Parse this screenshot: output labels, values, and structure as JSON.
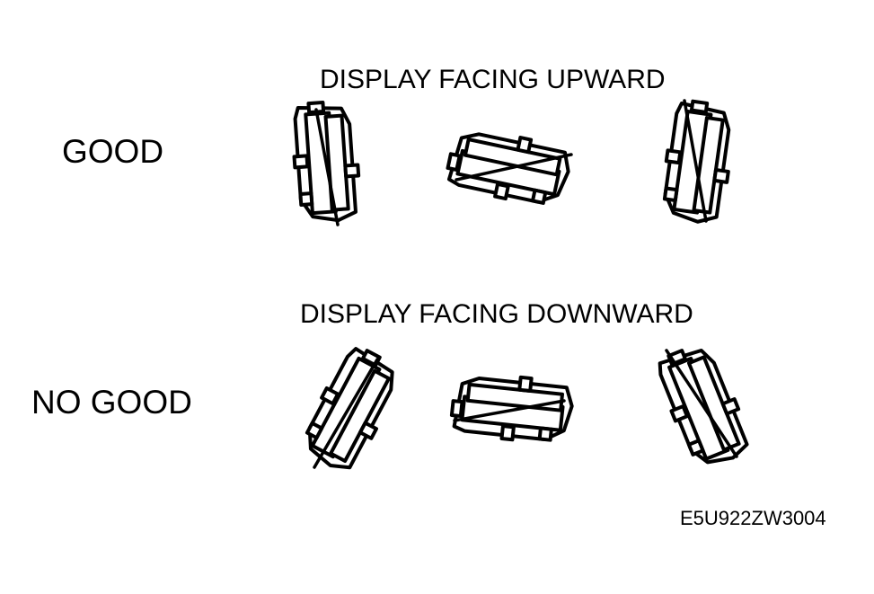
{
  "headings": {
    "upward": "DISPLAY FACING UPWARD",
    "downward": "DISPLAY FACING DOWNWARD"
  },
  "rows": {
    "good": "GOOD",
    "no_good": "NO GOOD"
  },
  "figure_code": "E5U922ZW3004",
  "colors": {
    "ink": "#000000",
    "background": "#ffffff"
  }
}
